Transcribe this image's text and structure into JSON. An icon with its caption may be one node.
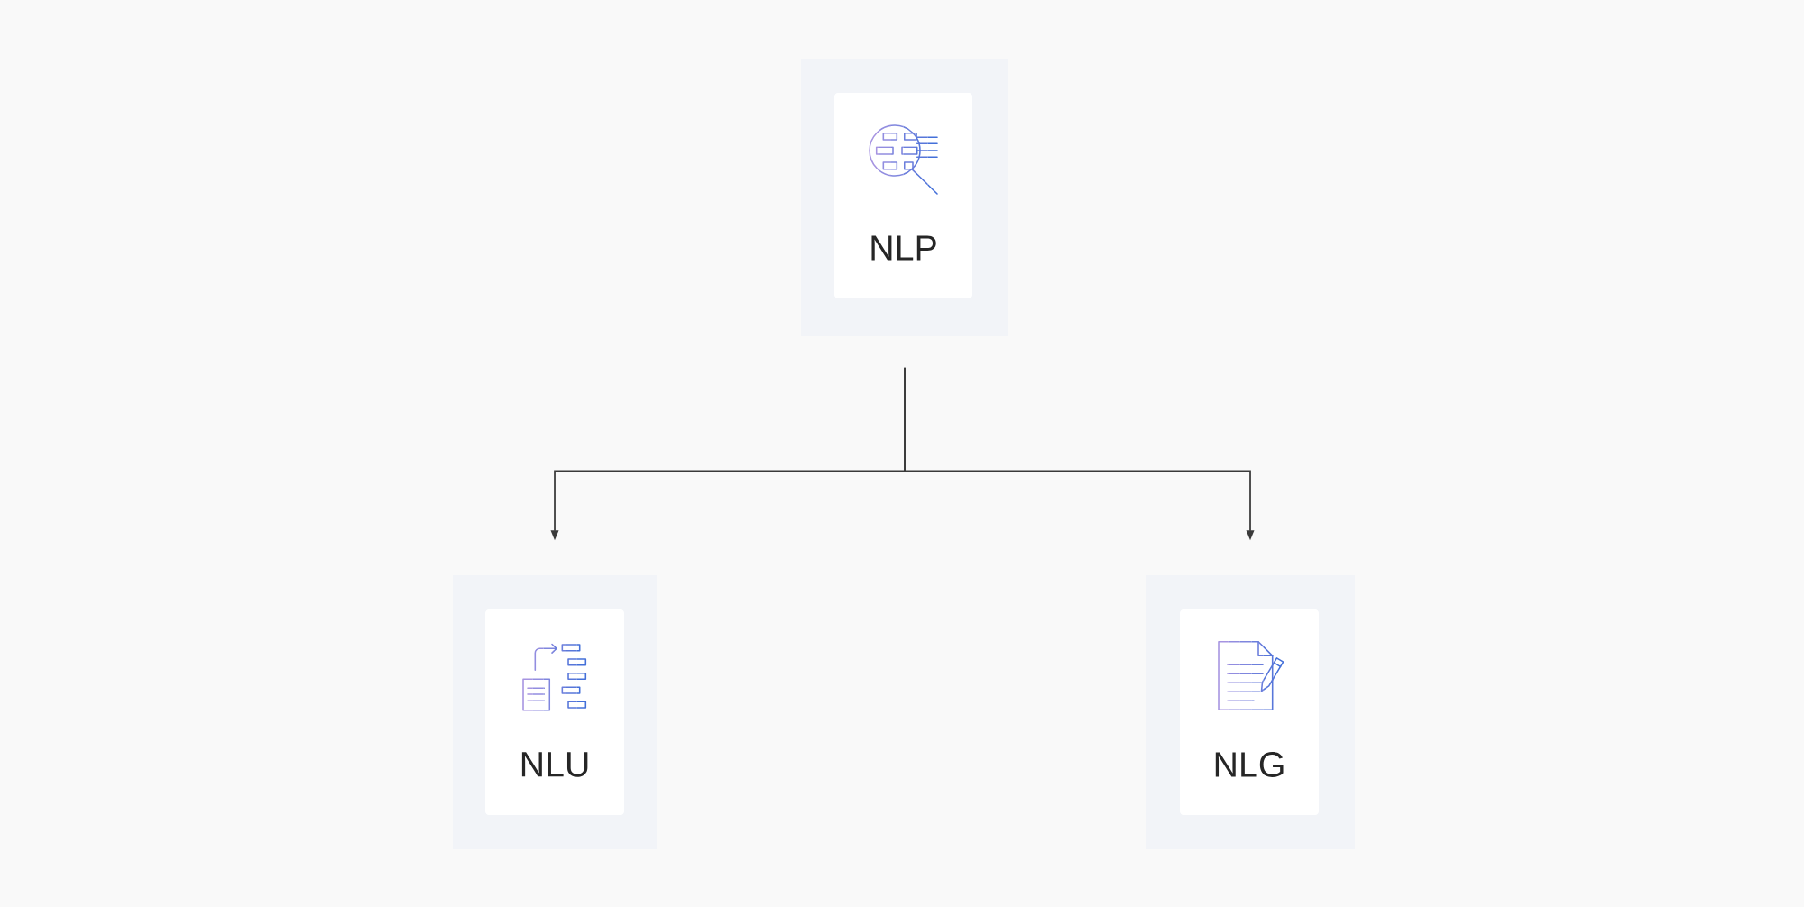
{
  "diagram": {
    "nodes": [
      {
        "text": [
          "NLP"
        ]
      },
      {
        "text": [
          "NLU"
        ]
      },
      {
        "text": [
          "NLG"
        ]
      }
    ],
    "edges": [
      {
        "from": 0,
        "to": 1,
        "arrow": "to"
      },
      {
        "from": 0,
        "to": 2,
        "arrow": "to"
      }
    ]
  }
}
